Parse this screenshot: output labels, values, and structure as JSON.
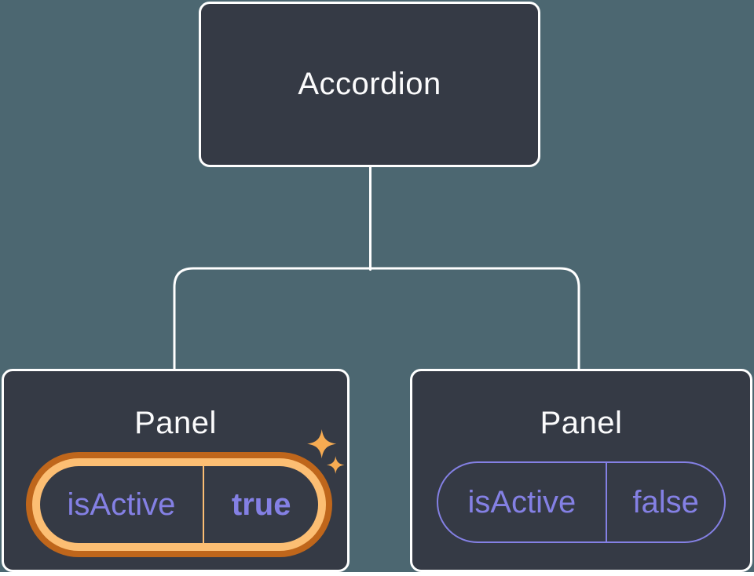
{
  "diagram": {
    "root": {
      "label": "Accordion"
    },
    "panels": [
      {
        "label": "Panel",
        "state_key": "isActive",
        "state_value": "true",
        "highlighted": true
      },
      {
        "label": "Panel",
        "state_key": "isActive",
        "state_value": "false",
        "highlighted": false
      }
    ]
  },
  "colors": {
    "background": "#4C6771",
    "node_fill": "#353A45",
    "node_border": "#FFFFFF",
    "state_purple": "#8480E4",
    "highlight_dark_orange": "#BF661B",
    "highlight_light_orange": "#FCBE73",
    "sparkle_orange": "#F6AB52",
    "page_background": "#FFFFFF"
  }
}
